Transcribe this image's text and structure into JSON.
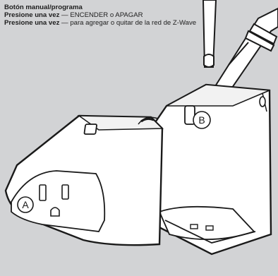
{
  "caption": {
    "heading": "Botón manual/programa",
    "line1_bold": "Presione una vez",
    "line1_rest": " — ENCENDER o APAGAR",
    "line2_bold": "Presione una vez",
    "line2_rest": " — para agregar o quitar de la red de Z-Wave"
  },
  "labels": {
    "a": "A",
    "b": "B"
  },
  "colors": {
    "background": "#d2d3d5",
    "device_fill": "#ffffff",
    "outline": "#1a1a1a"
  }
}
